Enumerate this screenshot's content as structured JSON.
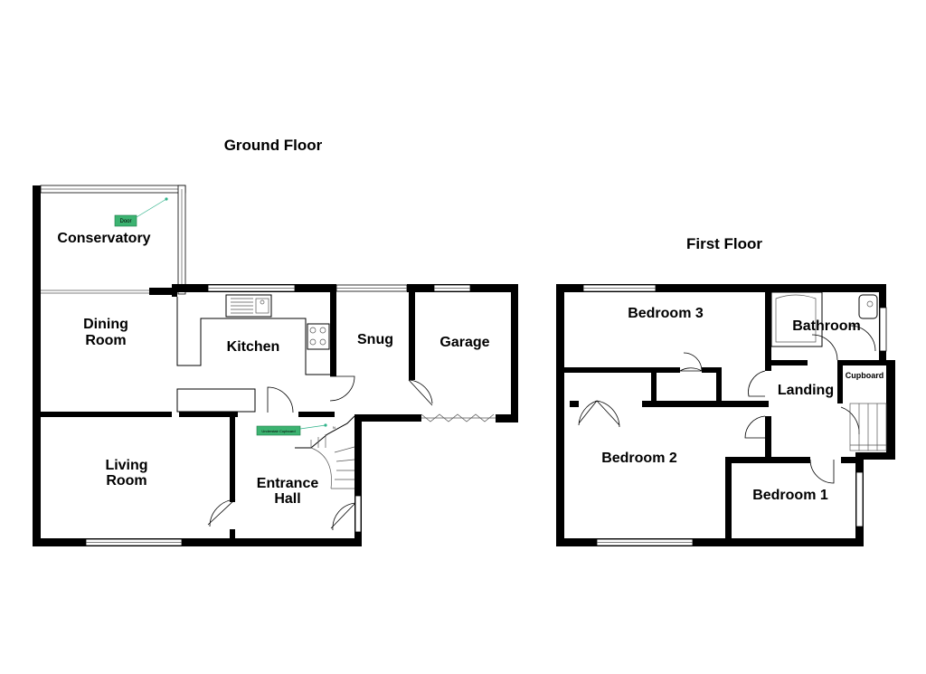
{
  "ground_floor": {
    "title": "Ground Floor",
    "rooms": {
      "conservatory": "Conservatory",
      "dining_room_line1": "Dining",
      "dining_room_line2": "Room",
      "kitchen": "Kitchen",
      "snug": "Snug",
      "garage": "Garage",
      "living_room_line1": "Living",
      "living_room_line2": "Room",
      "entrance_hall_line1": "Entrance",
      "entrance_hall_line2": "Hall"
    },
    "tags": {
      "door": "Door",
      "understair_cupboard": "Understair Cupboard"
    },
    "stair_mark": "N"
  },
  "first_floor": {
    "title": "First Floor",
    "rooms": {
      "bedroom_3": "Bedroom 3",
      "bathroom": "Bathroom",
      "cupboard": "Cupboard",
      "landing": "Landing",
      "bedroom_2": "Bedroom 2",
      "bedroom_1": "Bedroom 1"
    }
  },
  "colors": {
    "wall": "#000000",
    "tag_fill": "#3cb371",
    "tag_pointer": "#2fb38a"
  }
}
